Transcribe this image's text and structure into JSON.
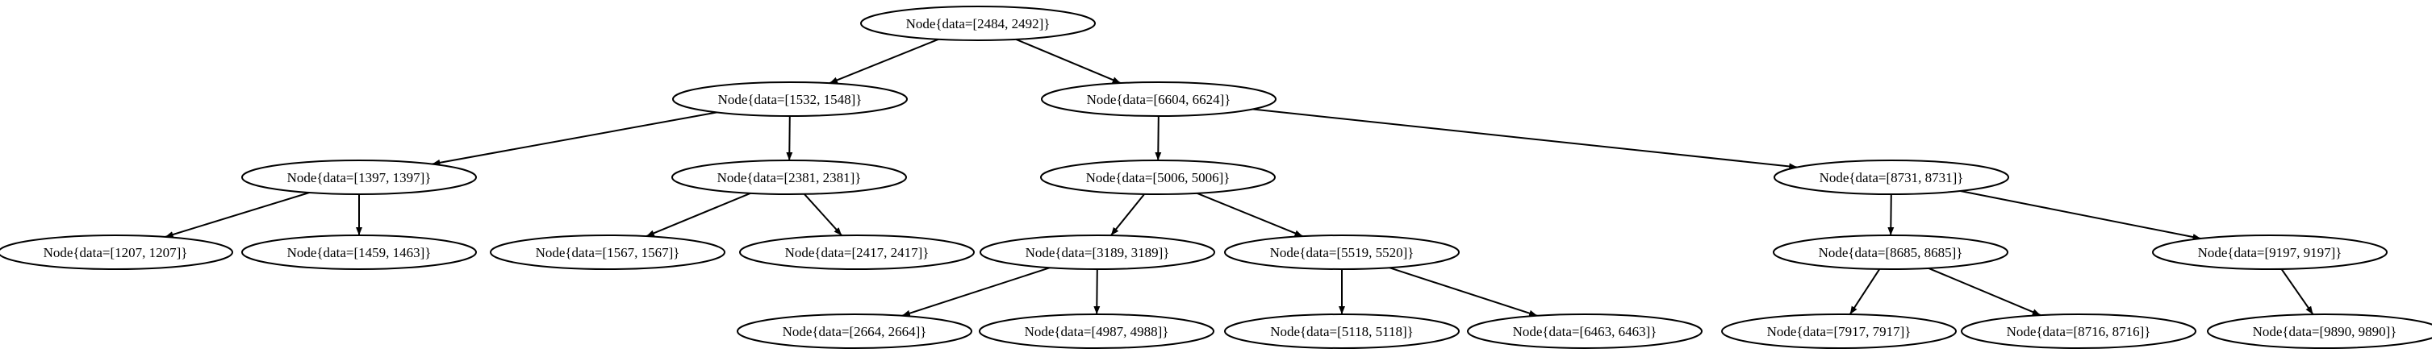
{
  "tree": {
    "nodes": [
      {
        "id": "n2484",
        "label": "Node{data=[2484, 2492]}"
      },
      {
        "id": "n1532",
        "label": "Node{data=[1532, 1548]}"
      },
      {
        "id": "n6604",
        "label": "Node{data=[6604, 6624]}"
      },
      {
        "id": "n1397",
        "label": "Node{data=[1397, 1397]}"
      },
      {
        "id": "n2381",
        "label": "Node{data=[2381, 2381]}"
      },
      {
        "id": "n5006",
        "label": "Node{data=[5006, 5006]}"
      },
      {
        "id": "n8731",
        "label": "Node{data=[8731, 8731]}"
      },
      {
        "id": "n1207",
        "label": "Node{data=[1207, 1207]}"
      },
      {
        "id": "n1459",
        "label": "Node{data=[1459, 1463]}"
      },
      {
        "id": "n1567",
        "label": "Node{data=[1567, 1567]}"
      },
      {
        "id": "n2417",
        "label": "Node{data=[2417, 2417]}"
      },
      {
        "id": "n3189",
        "label": "Node{data=[3189, 3189]}"
      },
      {
        "id": "n5519",
        "label": "Node{data=[5519, 5520]}"
      },
      {
        "id": "n8685",
        "label": "Node{data=[8685, 8685]}"
      },
      {
        "id": "n9197",
        "label": "Node{data=[9197, 9197]}"
      },
      {
        "id": "n2664",
        "label": "Node{data=[2664, 2664]}"
      },
      {
        "id": "n4987",
        "label": "Node{data=[4987, 4988]}"
      },
      {
        "id": "n5118",
        "label": "Node{data=[5118, 5118]}"
      },
      {
        "id": "n6463",
        "label": "Node{data=[6463, 6463]}"
      },
      {
        "id": "n7917",
        "label": "Node{data=[7917, 7917]}"
      },
      {
        "id": "n8716",
        "label": "Node{data=[8716, 8716]}"
      },
      {
        "id": "n9890",
        "label": "Node{data=[9890, 9890]}"
      }
    ],
    "edges": [
      {
        "from": "n2484",
        "to": "n1532"
      },
      {
        "from": "n2484",
        "to": "n6604"
      },
      {
        "from": "n1532",
        "to": "n1397"
      },
      {
        "from": "n1532",
        "to": "n2381"
      },
      {
        "from": "n6604",
        "to": "n5006"
      },
      {
        "from": "n6604",
        "to": "n8731"
      },
      {
        "from": "n1397",
        "to": "n1207"
      },
      {
        "from": "n1397",
        "to": "n1459"
      },
      {
        "from": "n2381",
        "to": "n1567"
      },
      {
        "from": "n2381",
        "to": "n2417"
      },
      {
        "from": "n5006",
        "to": "n3189"
      },
      {
        "from": "n5006",
        "to": "n5519"
      },
      {
        "from": "n8731",
        "to": "n8685"
      },
      {
        "from": "n8731",
        "to": "n9197"
      },
      {
        "from": "n3189",
        "to": "n2664"
      },
      {
        "from": "n3189",
        "to": "n4987"
      },
      {
        "from": "n5519",
        "to": "n5118"
      },
      {
        "from": "n5519",
        "to": "n6463"
      },
      {
        "from": "n8685",
        "to": "n7917"
      },
      {
        "from": "n8685",
        "to": "n8716"
      },
      {
        "from": "n9197",
        "to": "n9890"
      }
    ]
  }
}
